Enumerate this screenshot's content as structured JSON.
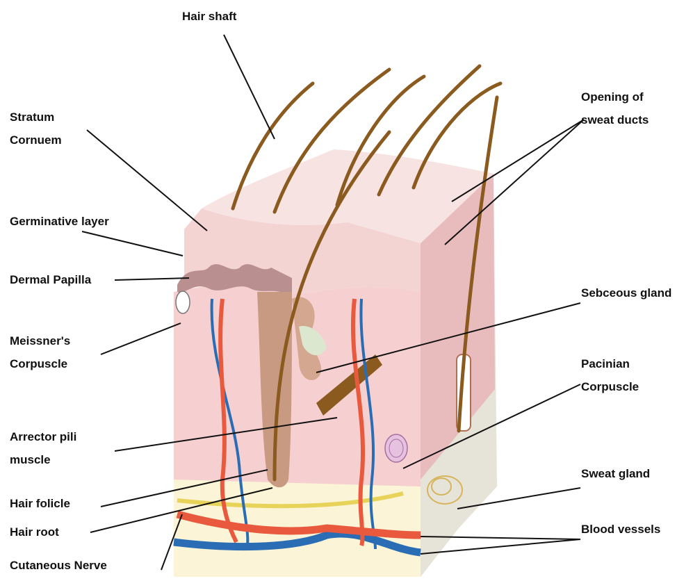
{
  "labels": {
    "hair_shaft": "Hair shaft",
    "stratum_cornuem": [
      "Stratum",
      "Cornuem"
    ],
    "germinative_layer": "Germinative layer",
    "dermal_papilla": "Dermal Papilla",
    "meissners_corpuscle": [
      "Meissner's",
      "Corpuscle"
    ],
    "arrector_pili_muscle": [
      "Arrector pili",
      "muscle"
    ],
    "hair_folicle": "Hair folicle",
    "hair_root": "Hair root",
    "cutaneous_nerve": "Cutaneous Nerve",
    "opening_of_sweat_ducts": [
      "Opening of",
      "sweat ducts"
    ],
    "sebceous_gland": "Sebceous gland",
    "pacinian_corpuscle": [
      "Pacinian",
      "Corpuscle"
    ],
    "sweat_gland": "Sweat gland",
    "blood_vessels": "Blood vessels"
  },
  "colors": {
    "epidermis_top": "#f7e3e1",
    "dermis": "#f6cfd0",
    "dermis_side": "#e8bcbc",
    "hypodermis": "#fbf4d6",
    "side_face": "#e6e3d8",
    "hair": "#8a5a1f",
    "artery": "#e8593e",
    "vein": "#2a6db5",
    "nerve": "#e8d35a",
    "follicle": "#c99a82",
    "leader_line": "#111111"
  }
}
